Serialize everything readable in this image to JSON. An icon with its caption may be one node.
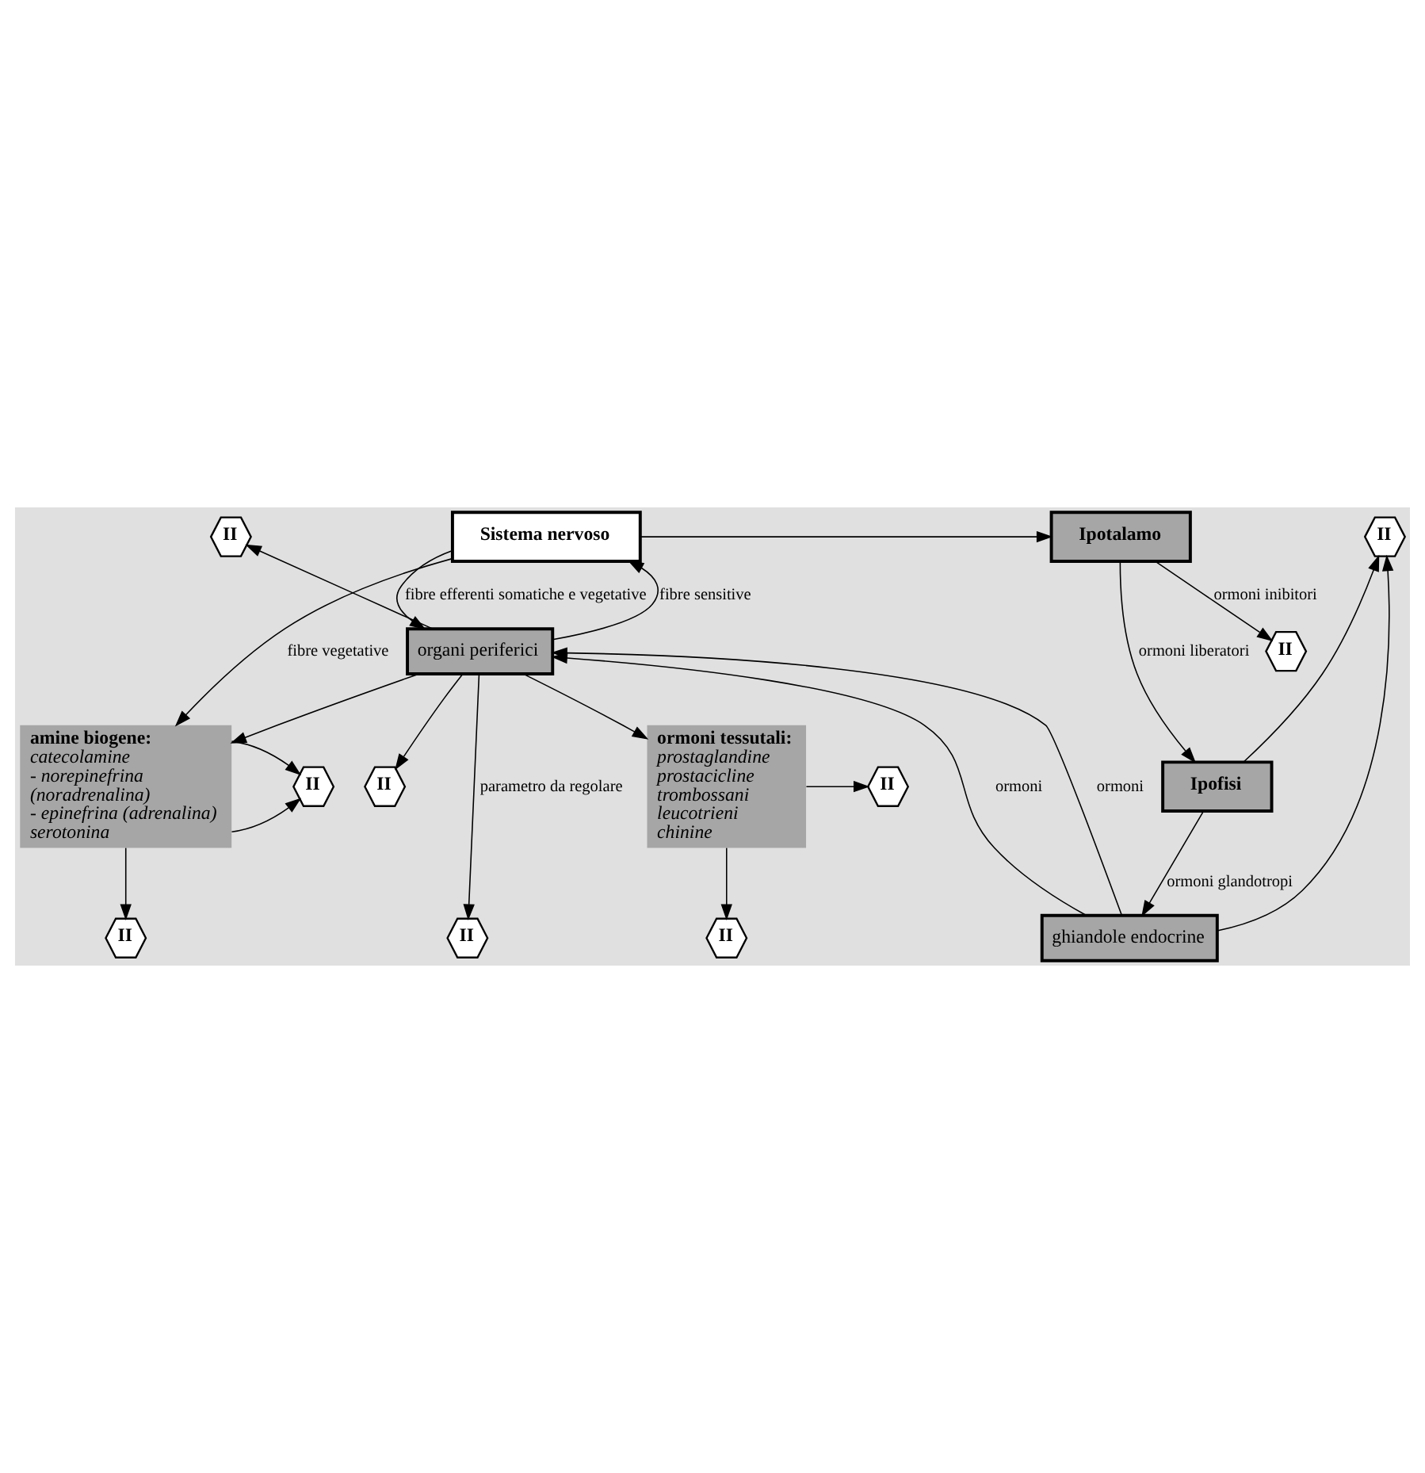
{
  "diagram": {
    "nodes": [
      {
        "text": [
          "Sistema nervoso"
        ]
      },
      {
        "text": [
          "Ipotalamo"
        ]
      },
      {
        "text": [
          "II"
        ]
      },
      {
        "text": [
          "II"
        ]
      },
      {
        "text": [
          "II"
        ]
      },
      {
        "text": [
          "Ipofisi"
        ]
      },
      {
        "text": [
          "II"
        ]
      },
      {
        "text": [
          "ghiandole endocrine"
        ]
      },
      {
        "text": [
          "II"
        ]
      },
      {
        "text": [
          "organi periferici"
        ]
      },
      {
        "text": [
          "II"
        ]
      },
      {
        "text": [
          "II"
        ]
      },
      {
        "text": [
          "ormoni tessutali:",
          "prostaglandine",
          "prostacicline",
          "trombossani",
          "leucotrieni",
          "chinine"
        ]
      },
      {
        "text": [
          "II"
        ]
      },
      {
        "text": [
          "amine biogene:",
          "catecolamine",
          "- norepinefrina",
          "(noradrenalina)",
          "- epinefrina (adrenalina)",
          "serotonina"
        ]
      },
      {
        "text": [
          "II"
        ]
      }
    ],
    "edges": [
      {
        "from": 0,
        "to": 1,
        "arrow": "to"
      },
      {
        "from": 1,
        "to": 5,
        "arrow": "to",
        "label": "ormoni liberatori"
      },
      {
        "from": 1,
        "to": 4,
        "arrow": "to",
        "label": "ormoni inibitori"
      },
      {
        "from": 5,
        "to": 7,
        "arrow": "to",
        "label": "ormoni glandotropi"
      },
      {
        "from": 5,
        "to": 2,
        "arrow": "to"
      },
      {
        "from": 7,
        "to": 2,
        "arrow": "to"
      },
      {
        "from": 7,
        "to": 9,
        "arrow": "to",
        "label": "ormoni"
      },
      {
        "from": 7,
        "to": 9,
        "arrow": "to",
        "label": "ormoni"
      },
      {
        "from": 9,
        "to": 8,
        "arrow": "to",
        "label": "parametro da regolare"
      },
      {
        "from": 9,
        "to": 3,
        "arrow": "to"
      },
      {
        "from": 9,
        "to": 6,
        "arrow": "to"
      },
      {
        "from": 0,
        "to": 9,
        "arrow": "to",
        "label": "fibre efferenti somatiche e vegetative"
      },
      {
        "from": 9,
        "to": 0,
        "arrow": "to",
        "label": "fibre sensitive"
      },
      {
        "from": 0,
        "to": 14,
        "arrow": "to",
        "label": "fibre vegetative"
      },
      {
        "from": 9,
        "to": 14,
        "arrow": "to"
      },
      {
        "from": 12,
        "to": 10,
        "arrow": "to"
      },
      {
        "from": 9,
        "to": 12,
        "arrow": "to"
      },
      {
        "from": 12,
        "to": 13,
        "arrow": "to"
      },
      {
        "from": 14,
        "to": 11,
        "arrow": "to"
      },
      {
        "from": 14,
        "to": 15,
        "arrow": "to"
      },
      {
        "from": 14,
        "to": 15,
        "arrow": "to"
      }
    ]
  }
}
